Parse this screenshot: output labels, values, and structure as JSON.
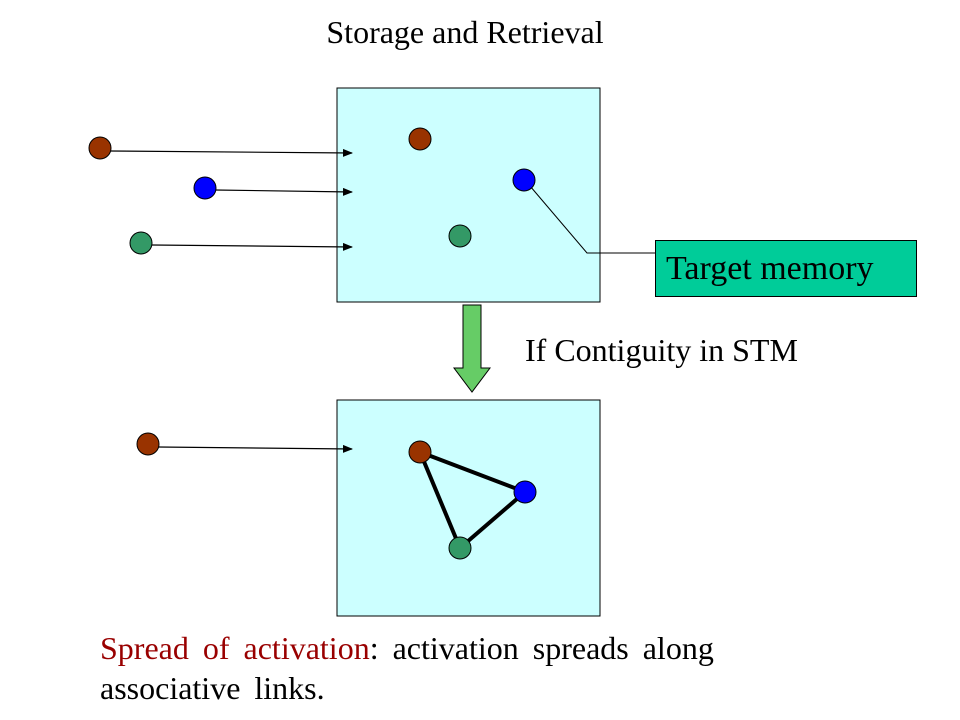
{
  "title": "Storage and Retrieval",
  "target_label": "Target memory",
  "condition_label": "If Contiguity in STM",
  "caption": {
    "term": "Spread of activation",
    "rest": ": activation spreads along associative links."
  },
  "colors": {
    "panel_fill": "#ccffff",
    "target_fill": "#00cc99",
    "arrow_fill": "#66cc66",
    "node_red": "#993300",
    "node_blue": "#0000ff",
    "node_green": "#339966",
    "term_color": "#990000"
  }
}
